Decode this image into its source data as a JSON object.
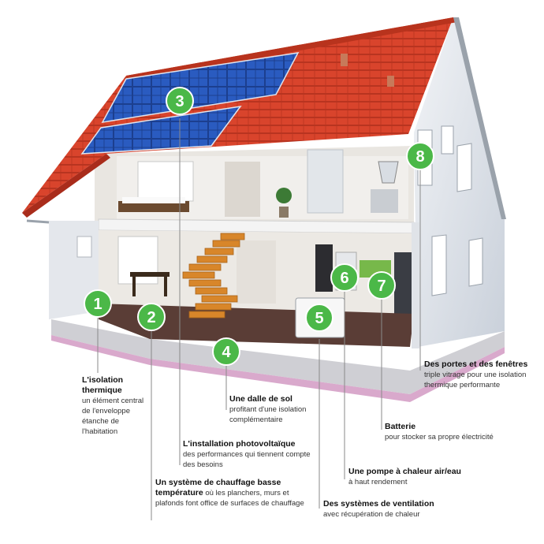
{
  "accent": "#4bb848",
  "badges": [
    "1",
    "2",
    "3",
    "4",
    "5",
    "6",
    "7",
    "8"
  ],
  "callouts": {
    "isolation": {
      "title": "L'isolation thermique",
      "desc": "un élément central de l'enveloppe étanche de l'habitation"
    },
    "chauffage": {
      "title": "Un système de chauffage basse température",
      "desc": "où les planchers, murs et plafonds font office de surfaces de chauffage"
    },
    "photovoltaique": {
      "title": "L'installation photovoltaïque",
      "desc": "des performances qui tiennent compte des besoins"
    },
    "dalle": {
      "title": "Une dalle de sol",
      "desc": "profitant d'une isolation complémentaire"
    },
    "ventilation": {
      "title": "Des systèmes de ventilation",
      "desc": "avec récupération de chaleur"
    },
    "pompe": {
      "title": "Une pompe à chaleur air/eau",
      "desc": "à haut rendement"
    },
    "batterie": {
      "title": "Batterie",
      "desc": "pour stocker sa propre électricité"
    },
    "fenetres": {
      "title": "Des portes et des fenêtres",
      "desc": "triple vitrage pour une isolation thermique performante"
    }
  }
}
